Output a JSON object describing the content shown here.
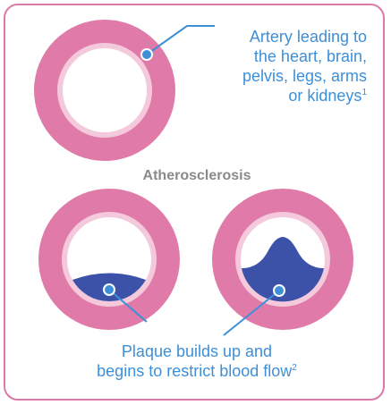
{
  "artery_label": {
    "line1": "Artery leading to",
    "line2": "the heart, brain,",
    "line3": "pelvis, legs, arms",
    "line4": "or kidneys",
    "ref": "1"
  },
  "title": "Atherosclerosis",
  "plaque_label": {
    "line1": "Plaque builds up and",
    "line2": "begins to restrict blood flow",
    "ref": "2"
  },
  "colors": {
    "border": "#d97aa6",
    "artery_wall": "#e07ba9",
    "artery_inner": "#f4c9dc",
    "plaque": "#3b52a8",
    "callout": "#3d8fd8",
    "title": "#8a8a8a"
  }
}
